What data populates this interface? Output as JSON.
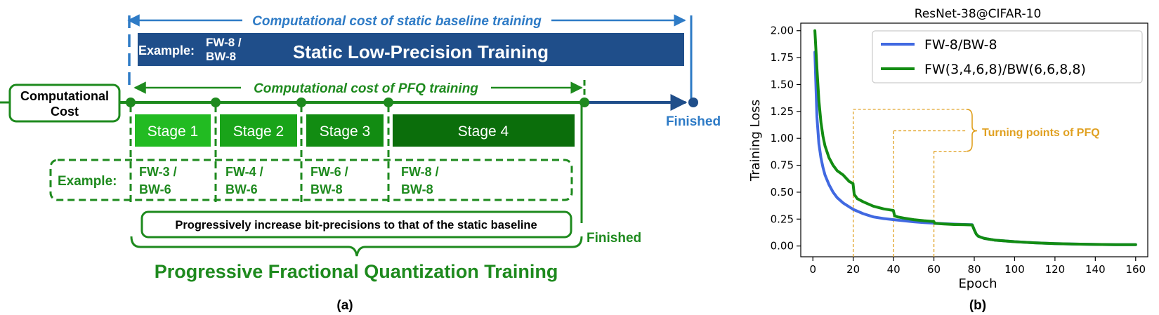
{
  "panel_a": {
    "static_cost_label": "Computational cost of static baseline training",
    "static_example_prefix": "Example:",
    "static_example_fw": "FW-8 /",
    "static_example_bw": "BW-8",
    "static_title": "Static Low-Precision Training",
    "pfq_cost_label": "Computational cost of PFQ training",
    "comp_cost_line1": "Computational",
    "comp_cost_line2": "Cost",
    "finished_static": "Finished",
    "finished_pfq": "Finished",
    "stages": [
      "Stage 1",
      "Stage 2",
      "Stage 3",
      "Stage 4"
    ],
    "example_label": "Example:",
    "stage_examples": [
      {
        "fw": "FW-3 /",
        "bw": "BW-6"
      },
      {
        "fw": "FW-4 /",
        "bw": "BW-6"
      },
      {
        "fw": "FW-6 /",
        "bw": "BW-8"
      },
      {
        "fw": "FW-8 /",
        "bw": "BW-8"
      }
    ],
    "progress_note": "Progressively increase bit-precisions to that of the static baseline",
    "pfq_title": "Progressive Fractional Quantization Training",
    "caption": "(a)",
    "colors": {
      "blue_light": "#2e7bc6",
      "blue_dark": "#1f4e8a",
      "green": "#1e8a1e",
      "green_dark": "#0b6b0b",
      "stage1": "#22bb22",
      "stage2": "#19a419",
      "stage3": "#128c12",
      "stage4": "#0b6e0b"
    }
  },
  "panel_b": {
    "caption": "(b)",
    "annotation": "Turning points of PFQ",
    "annotation_color": "#e0a020",
    "chart_data": {
      "type": "line",
      "title": "ResNet-38@CIFAR-10",
      "xlabel": "Epoch",
      "ylabel": "Training Loss",
      "xlim": [
        -6,
        166
      ],
      "ylim": [
        -0.1,
        2.07
      ],
      "xticks": [
        0,
        20,
        40,
        60,
        80,
        100,
        120,
        140,
        160
      ],
      "yticks": [
        0.0,
        0.25,
        0.5,
        0.75,
        1.0,
        1.25,
        1.5,
        1.75,
        2.0
      ],
      "ytick_labels": [
        "0.00",
        "0.25",
        "0.50",
        "0.75",
        "1.00",
        "1.25",
        "1.50",
        "1.75",
        "2.00"
      ],
      "legend_position": "top-right",
      "grid": false,
      "turning_points": [
        20,
        40,
        60
      ],
      "series": [
        {
          "name": "FW-8/BW-8",
          "color": "#4169e1",
          "x": [
            1,
            2,
            3,
            4,
            5,
            6,
            8,
            10,
            12,
            15,
            20,
            25,
            30,
            35,
            40,
            45,
            50,
            55,
            60,
            65,
            70,
            75,
            79,
            80,
            81,
            82,
            85,
            90,
            100,
            110,
            120,
            130,
            140,
            150,
            160
          ],
          "y": [
            1.8,
            1.2,
            0.95,
            0.82,
            0.73,
            0.66,
            0.57,
            0.5,
            0.45,
            0.4,
            0.34,
            0.3,
            0.27,
            0.255,
            0.245,
            0.235,
            0.225,
            0.218,
            0.212,
            0.207,
            0.203,
            0.2,
            0.198,
            0.15,
            0.11,
            0.09,
            0.07,
            0.055,
            0.04,
            0.03,
            0.022,
            0.018,
            0.015,
            0.013,
            0.012
          ]
        },
        {
          "name": "FW(3,4,6,8)/BW(6,6,8,8)",
          "color": "#128c12",
          "x": [
            1,
            2,
            3,
            4,
            5,
            6,
            8,
            10,
            12,
            15,
            18,
            19.9,
            20.5,
            22,
            25,
            30,
            35,
            39.9,
            40.5,
            42,
            45,
            50,
            55,
            59.9,
            60.5,
            65,
            70,
            75,
            79,
            80,
            81,
            82,
            85,
            90,
            100,
            110,
            120,
            130,
            140,
            150,
            160
          ],
          "y": [
            2.0,
            1.65,
            1.35,
            1.15,
            1.02,
            0.93,
            0.82,
            0.75,
            0.7,
            0.66,
            0.6,
            0.58,
            0.48,
            0.44,
            0.41,
            0.37,
            0.345,
            0.33,
            0.28,
            0.27,
            0.26,
            0.245,
            0.235,
            0.228,
            0.21,
            0.205,
            0.2,
            0.198,
            0.196,
            0.15,
            0.11,
            0.09,
            0.07,
            0.055,
            0.04,
            0.03,
            0.022,
            0.018,
            0.015,
            0.013,
            0.012
          ]
        }
      ]
    }
  }
}
